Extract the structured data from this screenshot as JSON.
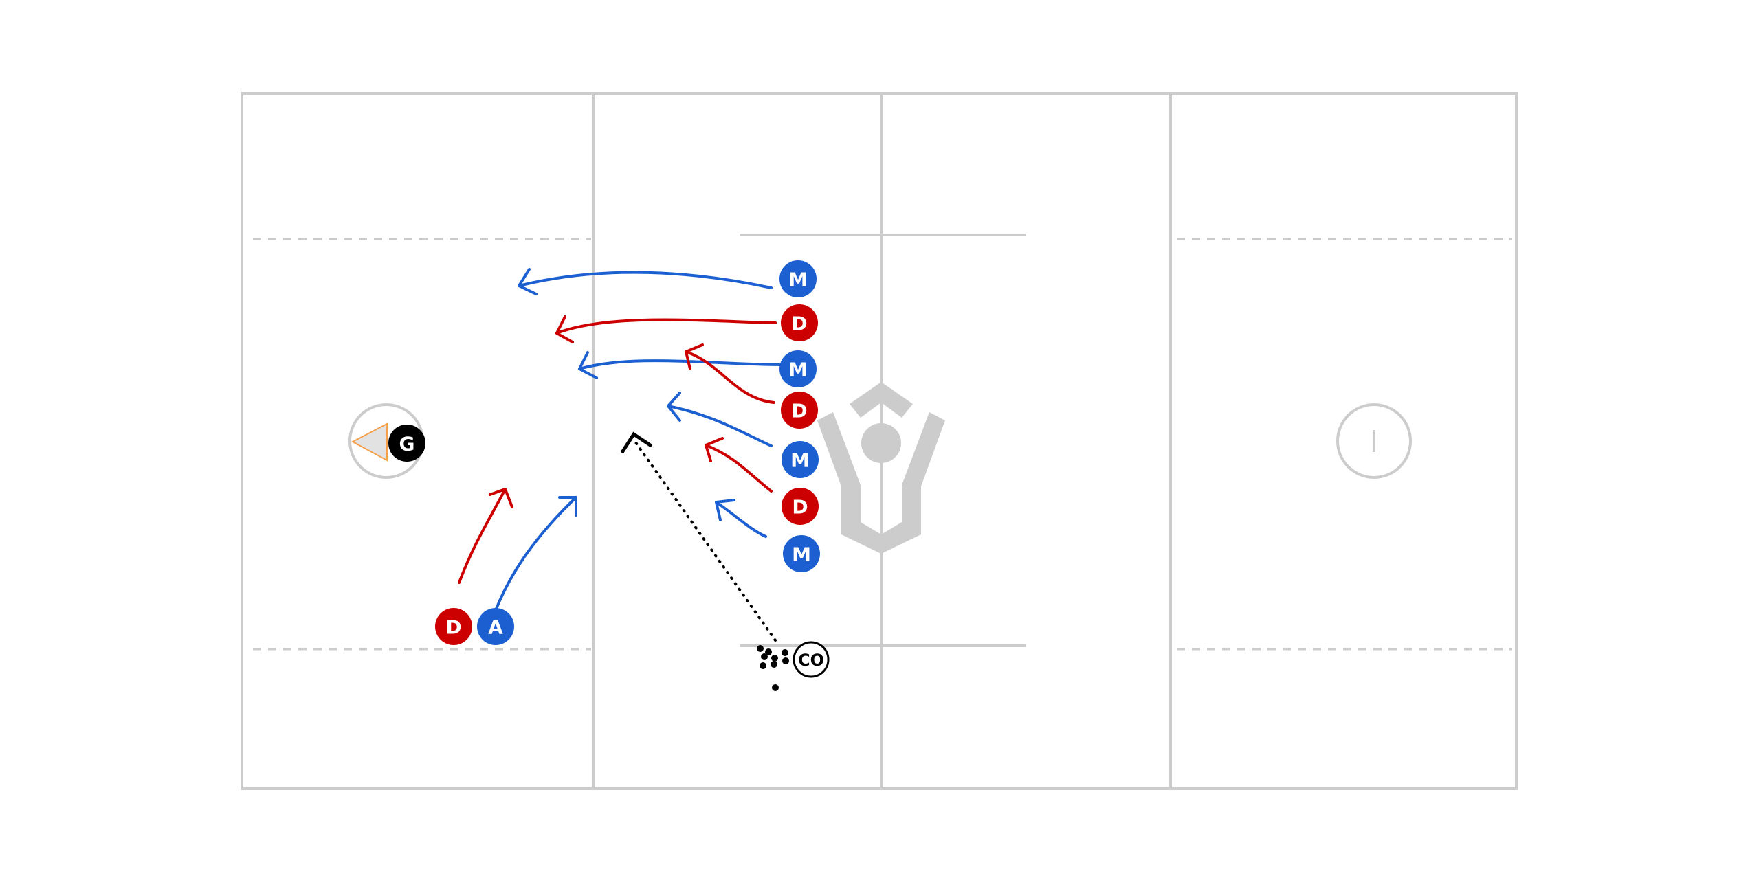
{
  "colors": {
    "field_line": "#cccccc",
    "offense": "#1c5fd0",
    "defense": "#cc0000",
    "goalie": "#000000",
    "ball_path": "#000000",
    "goalie_cone": "#f5a04a"
  },
  "players": [
    {
      "label": "M",
      "team": "offense"
    },
    {
      "label": "D",
      "team": "defense"
    },
    {
      "label": "M",
      "team": "offense"
    },
    {
      "label": "D",
      "team": "defense"
    },
    {
      "label": "M",
      "team": "offense"
    },
    {
      "label": "D",
      "team": "defense"
    },
    {
      "label": "M",
      "team": "offense"
    },
    {
      "label": "D",
      "team": "defense"
    },
    {
      "label": "A",
      "team": "offense"
    },
    {
      "label": "G",
      "team": "goalie"
    }
  ],
  "coach": {
    "label": "CO"
  },
  "logo": {
    "icon": "lacrosse-logo-icon"
  }
}
